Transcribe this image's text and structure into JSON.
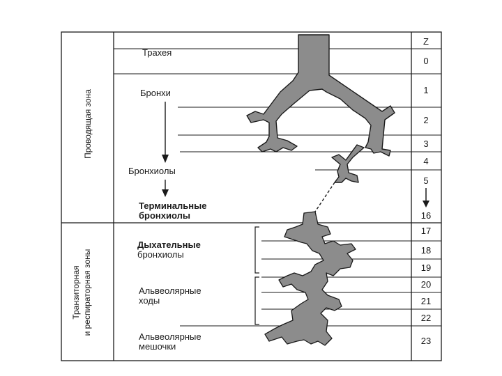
{
  "zones": {
    "conducting": "Проводящая зона",
    "transitional_line1": "Транзиторная",
    "transitional_line2": "и респираторная зоны"
  },
  "labels": {
    "trachea": "Трахея",
    "bronchi": "Бронхи",
    "bronchioles": "Бронхиолы",
    "terminal_line1": "Терминальные",
    "terminal_line2": "бронхиолы",
    "respiratory_line1": "Дыхательные",
    "respiratory_line2": "бронхиолы",
    "alveolar_ducts_line1": "Альвеолярные",
    "alveolar_ducts_line2": "ходы",
    "alveolar_sacs_line1": "Альвеолярные",
    "alveolar_sacs_line2": "мешочки"
  },
  "generation_header": "Z",
  "generations": [
    "0",
    "1",
    "2",
    "3",
    "4",
    "5",
    "16",
    "17",
    "18",
    "19",
    "20",
    "21",
    "22",
    "23"
  ],
  "colors": {
    "airway": "#8c8c8c",
    "outline": "#1a1a1a"
  }
}
